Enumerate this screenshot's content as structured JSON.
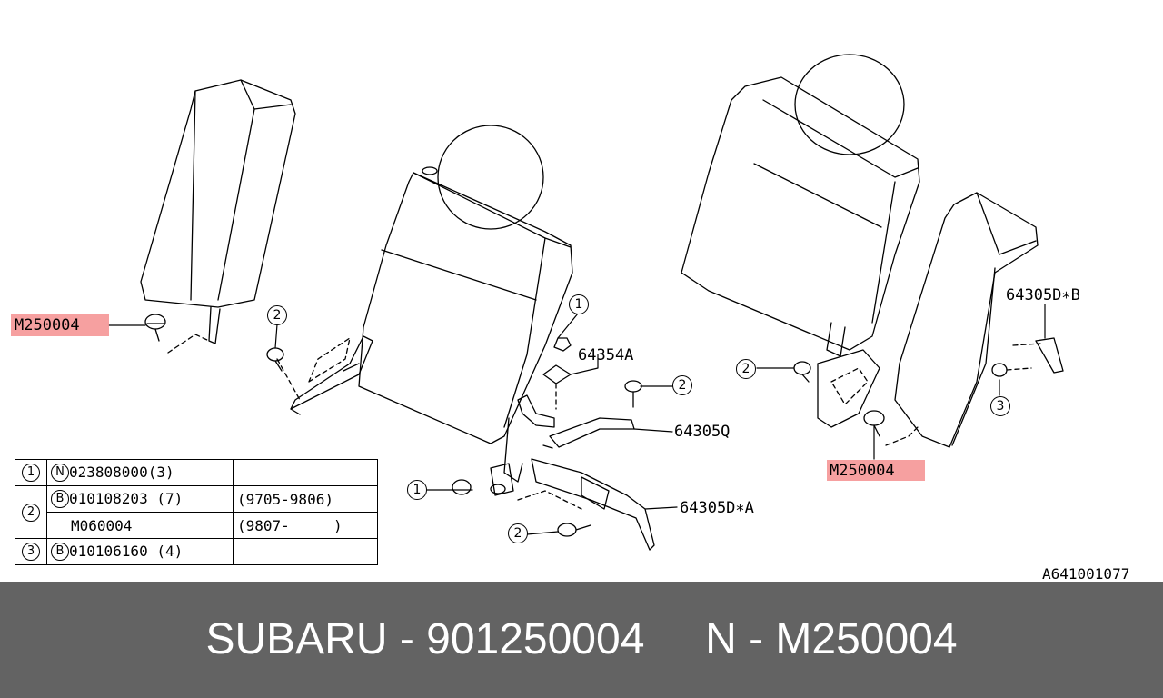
{
  "diagram": {
    "part_labels": {
      "p64354a": "64354A",
      "p64305q": "64305Q",
      "p64305da": "64305D∗A",
      "p64305db": "64305D∗B",
      "m250004_left": "M250004",
      "m250004_right": "M250004"
    },
    "callouts": [
      "1",
      "2",
      "3"
    ],
    "highlight_color": "#f58f8f",
    "diagram_id": "A641001077"
  },
  "legend": {
    "rows": [
      {
        "index": "1",
        "prefix": "N",
        "code": "023808000(3)",
        "date": ""
      },
      {
        "index": "2",
        "prefix": "B",
        "code": "010108203 (7)",
        "date": "(9705-9806)"
      },
      {
        "index": "",
        "prefix": "",
        "code": "M060004",
        "date": "(9807-     )"
      },
      {
        "index": "3",
        "prefix": "B",
        "code": "010106160 (4)",
        "date": ""
      }
    ]
  },
  "footer": {
    "text": "SUBARU - 901250004     N - M250004",
    "background": "#636363"
  }
}
